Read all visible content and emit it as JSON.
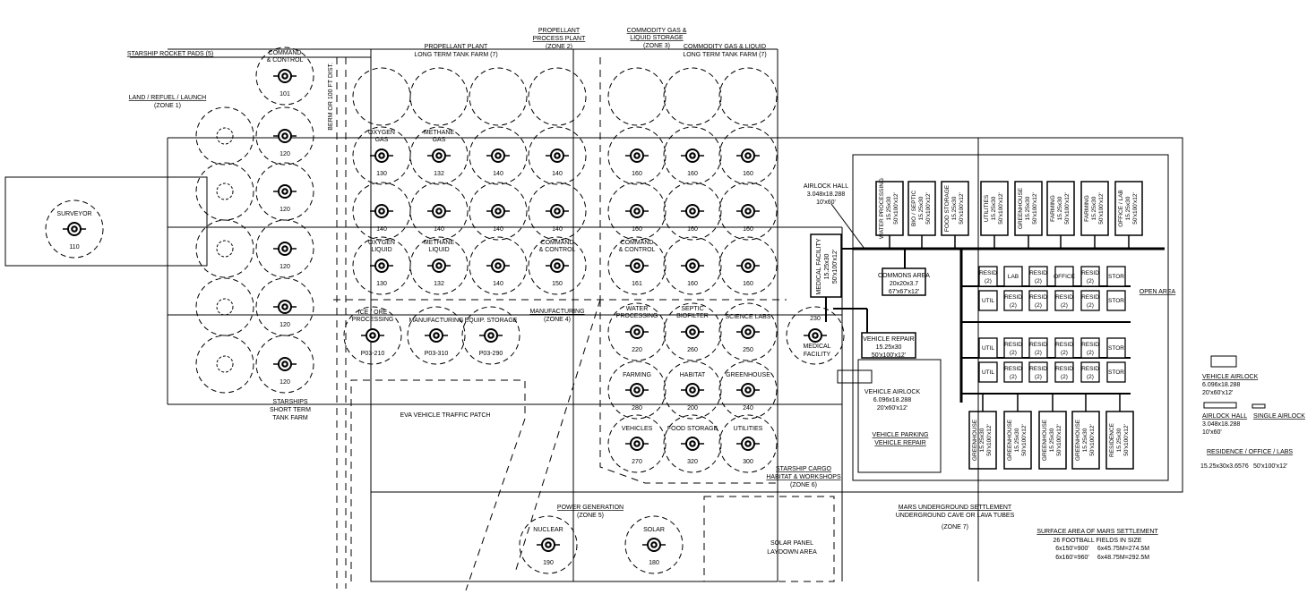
{
  "labels": {
    "rocket_pads": "STARSHIP ROCKET PADS (5)",
    "land_refuel": "LAND / REFUEL / LAUNCH",
    "zone1": "(ZONE 1)",
    "berm": "BERM OR 100 FT DIST.",
    "pp_long_1": "PROPELLANT PLANT",
    "pp_long_2": "LONG TERM TANK FARM (7)",
    "pp_process_1": "PROPELLANT",
    "pp_process_2": "PROCESS PLANT",
    "zone2": "(ZONE 2)",
    "cg_storage_1": "COMMODITY GAS &",
    "cg_storage_2": "LIQUID STORAGE",
    "zone3": "(ZONE 3)",
    "cg_long_1": "COMMODITY GAS & LIQUID",
    "cg_long_2": "LONG TERM TANK FARM (7)",
    "manufacturing": "MANUFACTURING",
    "zone4": "(ZONE 4)",
    "short_term_1": "STARSHIPS",
    "short_term_2": "SHORT TERM",
    "short_term_3": "TANK FARM",
    "eva_path": "EVA VEHICLE TRAFFIC PATCH",
    "power_gen": "POWER GENERATION",
    "zone5": "(ZONE 5)",
    "cargo_1": "STARSHIP CARGO",
    "cargo_2": "HABITAT & WORKSHOPS",
    "zone6": "(ZONE 6)",
    "solar_panel_1": "SOLAR PANEL",
    "solar_panel_2": "LAYDOWN AREA",
    "underground_1": "MARS UNDERGROUND SETTLEMENT",
    "underground_2": "UNDERGROUND CAVE OR LAVA TUBES",
    "zone7": "(ZONE 7)",
    "surface_area": "SURFACE AREA OF MARS SETTLEMENT",
    "football": "26 FOOTBALL FIELDS IN SIZE",
    "sa_row1_a": "6x150'=900'",
    "sa_row1_b": "6x45.75M=274.5M",
    "sa_row2_a": "6x160'=960'",
    "sa_row2_b": "6x48.75M=292.5M",
    "airlock_hall_1": "AIRLOCK HALL",
    "airlock_hall_2": "3.048x18.288",
    "airlock_hall_3": "10'x60'",
    "commons_1": "COMMONS AREA",
    "commons_2": "20x20x3.7",
    "commons_3": "67'x67'x12'",
    "open_area": "OPEN AREA",
    "vehicle_repair_1": "VEHICLE REPAIR",
    "vehicle_repair_2": "15.25x30",
    "vehicle_repair_3": "50'x100'x12'",
    "vehicle_airlock_1": "VEHICLE AIRLOCK",
    "vehicle_airlock_2": "6.096x18.288",
    "vehicle_airlock_3": "20'x60'x12'",
    "parking_1": "VEHICLE PARKING",
    "parking_2": "VEHICLE REPAIR",
    "medical_rot": "MEDICAL FACILITY",
    "medical_rot_2": "15.25x30",
    "medical_rot_3": "50'x100'x12'",
    "medical_230": "230",
    "medical_label_1": "MEDICAL",
    "medical_label_2": "FACILITY",
    "legend_va_1": "VEHICLE AIRLOCK",
    "legend_va_2": "6.096x18.288",
    "legend_va_3": "20'x60'x12'",
    "legend_ah_1": "AIRLOCK HALL",
    "legend_ah_2": "3.048x18.288",
    "legend_ah_3": "10'x60'",
    "legend_single": "SINGLE AIRLOCK",
    "legend_res": "RESIDENCE / OFFICE / LABS",
    "legend_res_dim": "15.25x30x3.6576",
    "legend_res_ft": "50'x100'x12'"
  },
  "units": [
    {
      "l1": "COMMAND",
      "l2": "& CONTROL",
      "num": "101"
    },
    {
      "l1": "",
      "l2": "",
      "num": "120"
    },
    {
      "l1": "",
      "l2": "",
      "num": "120"
    },
    {
      "l1": "",
      "l2": "",
      "num": "120"
    },
    {
      "l1": "",
      "l2": "",
      "num": "120"
    },
    {
      "l1": "",
      "l2": "",
      "num": "120"
    },
    {
      "l1": "SURVEYOR",
      "l2": "",
      "num": "110"
    },
    {
      "l1": "OXYGEN",
      "l2": "GAS",
      "num": "130"
    },
    {
      "l1": "METHANE",
      "l2": "GAS",
      "num": "132"
    },
    {
      "l1": "",
      "l2": "",
      "num": "140"
    },
    {
      "l1": "",
      "l2": "",
      "num": "140"
    },
    {
      "l1": "",
      "l2": "",
      "num": "140"
    },
    {
      "l1": "",
      "l2": "",
      "num": "140"
    },
    {
      "l1": "",
      "l2": "",
      "num": "140"
    },
    {
      "l1": "",
      "l2": "",
      "num": "140"
    },
    {
      "l1": "OXYGEN",
      "l2": "LIQUID",
      "num": "130"
    },
    {
      "l1": "METHANE",
      "l2": "LIQUID",
      "num": "132"
    },
    {
      "l1": "",
      "l2": "",
      "num": "140"
    },
    {
      "l1": "COMMAND",
      "l2": "& CONTROL",
      "num": "150"
    },
    {
      "l1": "",
      "l2": "",
      "num": "160"
    },
    {
      "l1": "",
      "l2": "",
      "num": "160"
    },
    {
      "l1": "",
      "l2": "",
      "num": "160"
    },
    {
      "l1": "",
      "l2": "",
      "num": "160"
    },
    {
      "l1": "",
      "l2": "",
      "num": "160"
    },
    {
      "l1": "",
      "l2": "",
      "num": "160"
    },
    {
      "l1": "COMMAND",
      "l2": "& CONTROL",
      "num": "161"
    },
    {
      "l1": "",
      "l2": "",
      "num": "160"
    },
    {
      "l1": "",
      "l2": "",
      "num": "160"
    },
    {
      "l1": "ICE / ORE",
      "l2": "PROCESSING",
      "num": "P03-210"
    },
    {
      "l1": "MANUFACTURING",
      "l2": "",
      "num": "P03-310"
    },
    {
      "l1": "EQUIP. STORAGE",
      "l2": "",
      "num": "P03-290"
    },
    {
      "l1": "WATER",
      "l2": "PROCESSING",
      "num": "220"
    },
    {
      "l1": "SEPTIC",
      "l2": "BIOFILTER",
      "num": "260"
    },
    {
      "l1": "SCIENCE LABS",
      "l2": "",
      "num": "250"
    },
    {
      "l1": "FARMING",
      "l2": "",
      "num": "280"
    },
    {
      "l1": "HABITAT",
      "l2": "",
      "num": "200"
    },
    {
      "l1": "GREENHOUSE",
      "l2": "",
      "num": "240"
    },
    {
      "l1": "VEHICLES",
      "l2": "",
      "num": "270"
    },
    {
      "l1": "FOOD STORAGE",
      "l2": "",
      "num": "320"
    },
    {
      "l1": "UTILITIES",
      "l2": "",
      "num": "300"
    },
    {
      "l1": "NUCLEAR",
      "l2": "",
      "num": "190"
    },
    {
      "l1": "SOLAR",
      "l2": "",
      "num": "180"
    }
  ],
  "top_buildings": [
    {
      "l1": "WATER PROCESSING",
      "l2": "15.25x30",
      "l3": "50'x100'x12'"
    },
    {
      "l1": "BIO / SEPTIC",
      "l2": "15.25x30",
      "l3": "50'x100'x12'"
    },
    {
      "l1": "FOOD STORAGE",
      "l2": "15.25x30",
      "l3": "50'x100'x12'"
    },
    {
      "l1": "UTILITIES",
      "l2": "15.25x30",
      "l3": "50'x100'x12'"
    },
    {
      "l1": "GREENHOUSE",
      "l2": "15.25x30",
      "l3": "50'x100'x12'"
    },
    {
      "l1": "FARMING",
      "l2": "15.25x30",
      "l3": "50'x100'x12'"
    },
    {
      "l1": "FARMING",
      "l2": "15.25x30",
      "l3": "50'x100'x12'"
    },
    {
      "l1": "OFFICE / LAB",
      "l2": "15.25x30",
      "l3": "50'x100'x12'"
    }
  ],
  "bottom_buildings": [
    {
      "l1": "GREENHOUSE",
      "l2": "15.25x30",
      "l3": "50'x100'x12'"
    },
    {
      "l1": "GREENHOUSE",
      "l2": "15.25x30",
      "l3": "50'x100'x12'"
    },
    {
      "l1": "GREENHOUSE",
      "l2": "15.25x30",
      "l3": "50'x100'x12'"
    },
    {
      "l1": "GREENHOUSE",
      "l2": "15.25x30",
      "l3": "50'x100'x12'"
    },
    {
      "l1": "RESIDENCE",
      "l2": "15.25x30",
      "l3": "50'x100'x12'"
    }
  ],
  "grid_cells": [
    {
      "l1": "RESID",
      "l2": "(2)"
    },
    {
      "l1": "LAB",
      "l2": ""
    },
    {
      "l1": "RESID",
      "l2": "(2)"
    },
    {
      "l1": "OFFICE",
      "l2": ""
    },
    {
      "l1": "RESID",
      "l2": "(2)"
    },
    {
      "l1": "STOR",
      "l2": ""
    },
    {
      "l1": "UTIL",
      "l2": ""
    },
    {
      "l1": "RESID",
      "l2": "(2)"
    },
    {
      "l1": "RESID",
      "l2": "(2)"
    },
    {
      "l1": "RESID",
      "l2": "(2)"
    },
    {
      "l1": "RESID",
      "l2": "(2)"
    },
    {
      "l1": "STOR",
      "l2": ""
    },
    {
      "l1": "UTIL",
      "l2": ""
    },
    {
      "l1": "RESID",
      "l2": "(2)"
    },
    {
      "l1": "RESID",
      "l2": "(2)"
    },
    {
      "l1": "RESID",
      "l2": "(2)"
    },
    {
      "l1": "RESID",
      "l2": "(2)"
    },
    {
      "l1": "STOR",
      "l2": ""
    },
    {
      "l1": "UTIL",
      "l2": ""
    },
    {
      "l1": "RESID",
      "l2": "(2)"
    },
    {
      "l1": "RESID",
      "l2": "(2)"
    },
    {
      "l1": "RESID",
      "l2": "(2)"
    },
    {
      "l1": "RESID",
      "l2": "(2)"
    },
    {
      "l1": "STOR",
      "l2": ""
    }
  ],
  "empty_tanks": [
    "",
    "",
    "",
    "",
    "",
    "",
    ""
  ],
  "pad_outlines": [
    "",
    "",
    "",
    "",
    ""
  ]
}
